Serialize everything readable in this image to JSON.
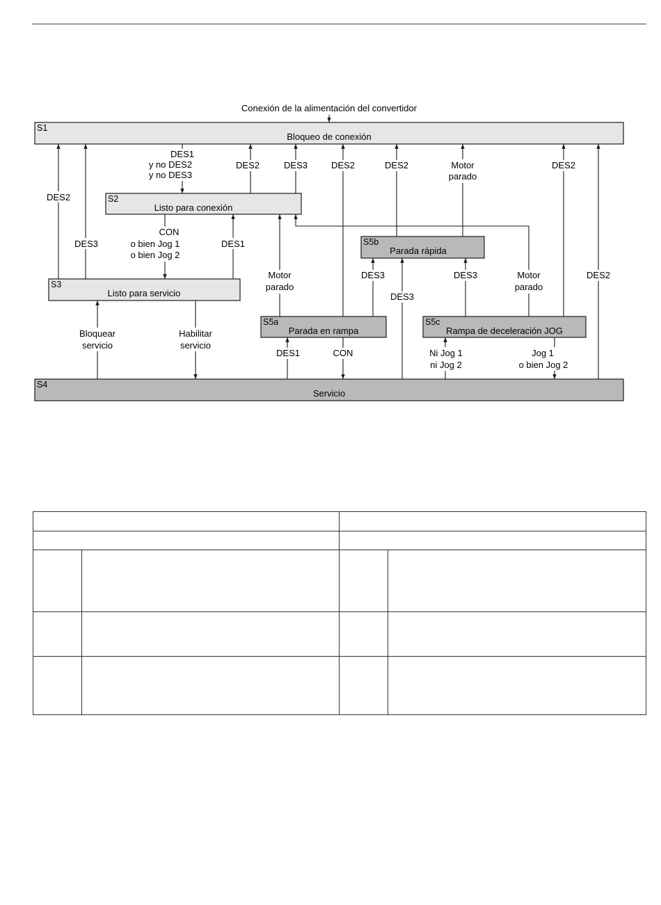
{
  "diagram": {
    "power_on_label": "Conexión de la alimentación del convertidor",
    "states": {
      "s1": {
        "id": "S1",
        "title": "Bloqueo de conexión"
      },
      "s2": {
        "id": "S2",
        "title": "Listo para conexión"
      },
      "s3": {
        "id": "S3",
        "title": "Listo para servicio"
      },
      "s4": {
        "id": "S4",
        "title": "Servicio"
      },
      "s5a": {
        "id": "S5a",
        "title": "Parada en rampa"
      },
      "s5b": {
        "id": "S5b",
        "title": "Parada rápida"
      },
      "s5c": {
        "id": "S5c",
        "title": "Rampa de deceleración JOG"
      }
    },
    "transitions": {
      "s3_s1_des2": "DES2",
      "s3_s1_des3": "DES3",
      "s1_s2_a": "DES1",
      "s1_s2_b": "y no DES2",
      "s1_s2_c": "y no DES3",
      "s2_s1_des2": "DES2",
      "s2_s1_des3": "DES3",
      "s2_s3_a": "CON",
      "s2_s3_b": "o bien Jog 1",
      "s2_s3_c": "o bien Jog 2",
      "s3_s2_des1": "DES1",
      "s5a_s1_des2": "DES2",
      "s5b_s1_des2": "DES2",
      "s5b_s1_motor_a": "Motor",
      "s5b_s1_motor_b": "parado",
      "s5c_s1_des2": "DES2",
      "s5a_s2_motor_a": "Motor",
      "s5a_s2_motor_b": "parado",
      "s5a_s5b_des3": "DES3",
      "s4_s5b_des3": "DES3",
      "s5c_s5b_des3": "DES3",
      "s5c_s2_motor_a": "Motor",
      "s5c_s2_motor_b": "parado",
      "s4_s1_des2": "DES2",
      "s4_s3_a": "Bloquear",
      "s4_s3_b": "servicio",
      "s3_s4_a": "Habilitar",
      "s3_s4_b": "servicio",
      "s4_s5a_des1": "DES1",
      "s5a_s4_con": "CON",
      "s4_s5c_a": "Ni Jog 1",
      "s4_s5c_b": "ni Jog 2",
      "s5c_s4_a": "Jog 1",
      "s5c_s4_b": "o bien Jog 2"
    },
    "colors": {
      "light_box": "#e6e6e6",
      "dark_box": "#b9b9b9",
      "line": "#1a1a1a"
    }
  }
}
